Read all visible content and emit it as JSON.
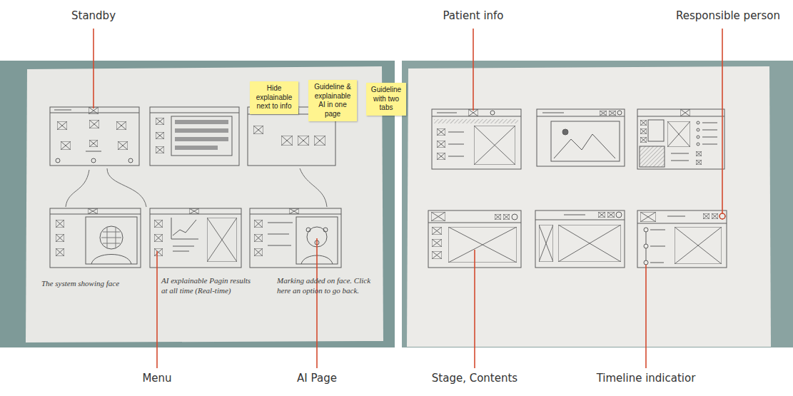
{
  "diagram": {
    "nodes": [
      {
        "text": [
          "Hide explainable next to info"
        ]
      },
      {
        "text": [
          "Guideline & explainable AI in one page"
        ]
      },
      {
        "text": [
          "Guideline with two tabs"
        ]
      }
    ],
    "labels": [
      "Standby",
      "Patient info",
      "Responsible person",
      "The system showing face",
      "AI explainable Pagin results at all time (Real-time)",
      "Marking added on face. Click here an option to go back.",
      "Menu",
      "AI Page",
      "Stage, Contents",
      "Timeline indicatior"
    ]
  }
}
